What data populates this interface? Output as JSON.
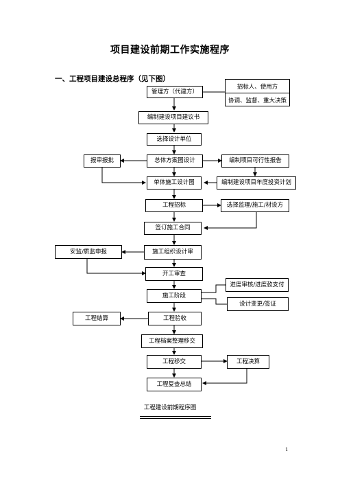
{
  "title": "项目建设前期工作实施程序",
  "section": "一、工程项目建设总程序（见下图）",
  "nodes": {
    "owner": "管理方（代建方）",
    "tender_user_1": "招标人、使用方",
    "tender_user_2": "协调、监督、重大决策",
    "proposal": "编制建设项目建议书",
    "select_design": "选择设计单位",
    "review_approve": "报审报批",
    "master_plan": "总体方案图设计",
    "feasibility": "编制项目可行性报告",
    "single_design": "单体施工设计图",
    "annual_plan": "编制建设项目年度投资计划",
    "bidding": "工程招标",
    "select_parties": "选择监理/施工/材设方",
    "contract": "签订施工合同",
    "safety": "安监/质监申报",
    "org_review": "施工组织设计审",
    "start_review": "开工审查",
    "progress_pay": "进度审核/进度款支付",
    "construction": "施工阶段",
    "design_change": "设计变更/签证",
    "settlement": "工程结算",
    "acceptance": "工程验收",
    "archive": "工程档案整理移交",
    "handover": "工程移交",
    "final_account": "工程决算",
    "review_summary": "工程复查总结"
  },
  "caption": "工程建设前期程序图",
  "page_number": "1"
}
